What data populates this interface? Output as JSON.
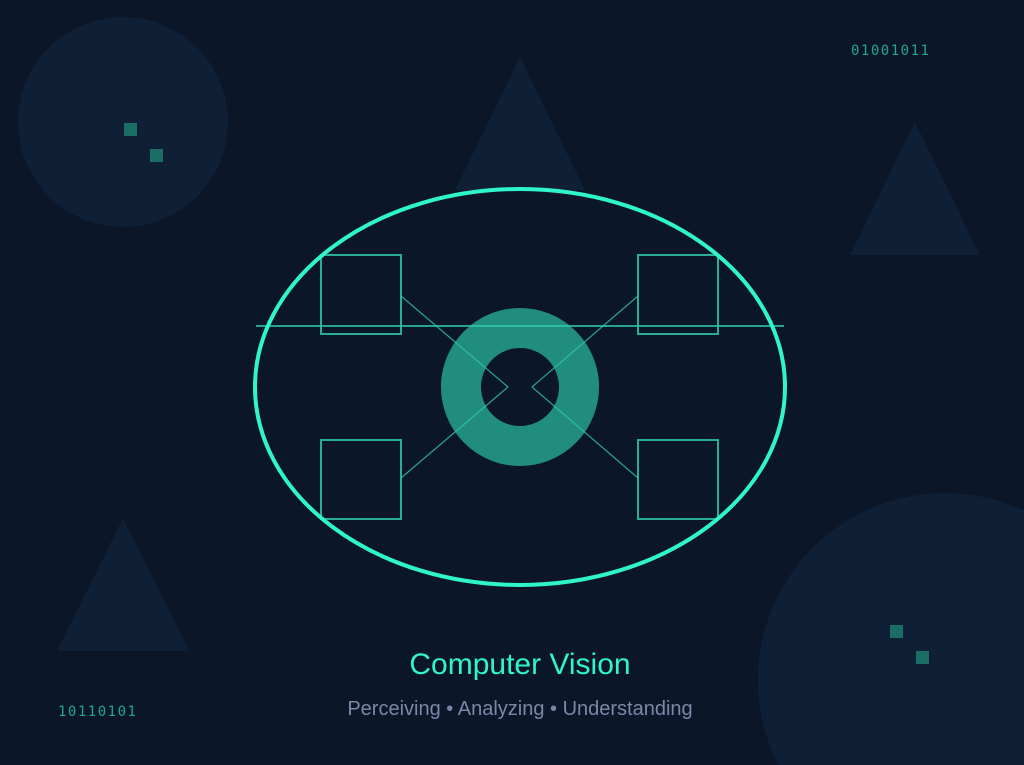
{
  "title": "Computer Vision",
  "subtitle": "Perceiving • Analyzing • Understanding",
  "binary_top_right": "01001011",
  "binary_bottom_left": "10110101",
  "colors": {
    "background": "#0b1628",
    "accent": "#2ff5cc",
    "ring": "#218d7f",
    "shape": "#0f1f35",
    "subtitle": "#7a88a8"
  },
  "icons": [
    "eye-ellipse-icon",
    "iris-ring-icon",
    "feature-box-icon"
  ]
}
